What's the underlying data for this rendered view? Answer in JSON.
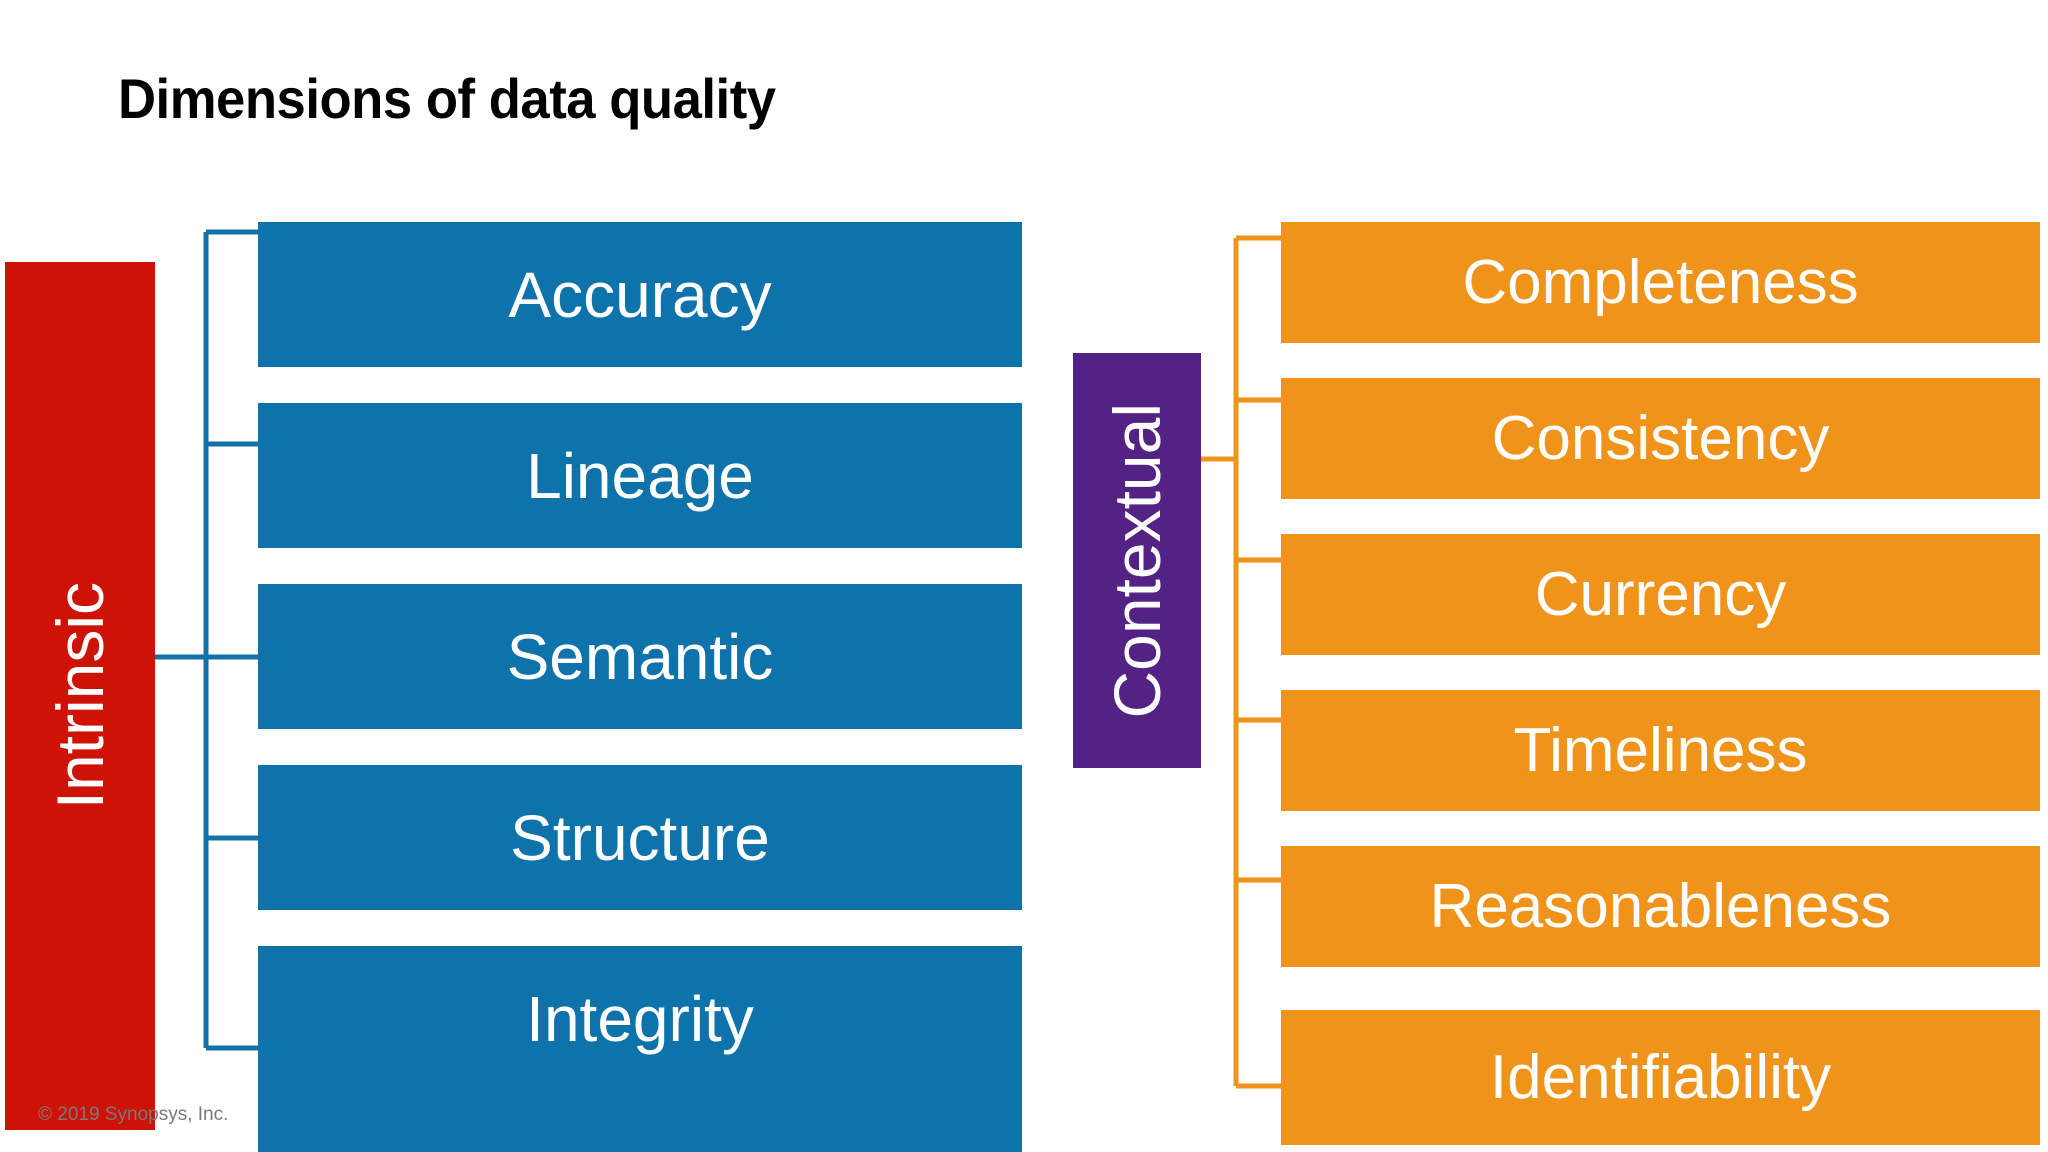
{
  "page": {
    "title": "Dimensions of data quality",
    "copyright": "© 2019 Synopsys, Inc."
  },
  "colors": {
    "intrinsic_bar": "#CE1206",
    "contextual_bar": "#522384",
    "intrinsic_items": "#0E72AB",
    "contextual_items": "#F0931A",
    "intrinsic_connector": "#1171A8",
    "contextual_connector": "#F0931A",
    "title_text": "#000000",
    "item_text": "#FFFFFF",
    "copyright_text": "#7A7A7A",
    "background": "#FFFFFF"
  },
  "diagram": {
    "type": "bracket-grouping",
    "groups": [
      {
        "id": "intrinsic",
        "label": "Intrinsic",
        "orientation": "vertical-bottom-to-top",
        "side": "left",
        "items": [
          {
            "label": "Accuracy"
          },
          {
            "label": "Lineage"
          },
          {
            "label": "Semantic"
          },
          {
            "label": "Structure"
          },
          {
            "label": "Integrity"
          }
        ]
      },
      {
        "id": "contextual",
        "label": "Contextual",
        "orientation": "vertical-bottom-to-top",
        "side": "right",
        "items": [
          {
            "label": "Completeness"
          },
          {
            "label": "Consistency"
          },
          {
            "label": "Currency"
          },
          {
            "label": "Timeliness"
          },
          {
            "label": "Reasonableness"
          },
          {
            "label": "Identifiability"
          }
        ]
      }
    ]
  }
}
